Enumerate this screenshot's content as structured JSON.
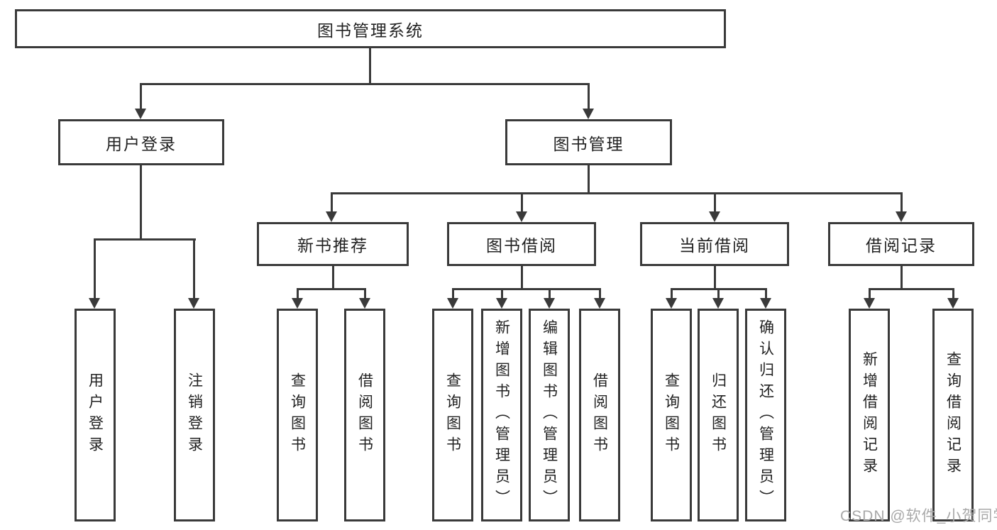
{
  "tree": {
    "root": {
      "label": "图书管理系统"
    },
    "branches": [
      {
        "label": "用户登录",
        "children": [
          {
            "label": "用户登录"
          },
          {
            "label": "注销登录"
          }
        ]
      },
      {
        "label": "图书管理",
        "children": [
          {
            "label": "新书推荐",
            "children": [
              {
                "label": "查询图书"
              },
              {
                "label": "借阅图书"
              }
            ]
          },
          {
            "label": "图书借阅",
            "children": [
              {
                "label": "查询图书"
              },
              {
                "label": "新增图书（管理员）"
              },
              {
                "label": "编辑图书（管理员）"
              },
              {
                "label": "借阅图书"
              }
            ]
          },
          {
            "label": "当前借阅",
            "children": [
              {
                "label": "查询图书"
              },
              {
                "label": "归还图书"
              },
              {
                "label": "确认归还（管理员）"
              }
            ]
          },
          {
            "label": "借阅记录",
            "children": [
              {
                "label": "新增借阅记录"
              },
              {
                "label": "查询借阅记录"
              }
            ]
          }
        ]
      }
    ]
  },
  "watermark": {
    "text": "CSDN @软件_小贺同学"
  },
  "colors": {
    "line": "#3a3a3a",
    "box_border": "#3a3a3a",
    "text": "#222222",
    "background": "#ffffff",
    "watermark": "#a9a9a9"
  }
}
